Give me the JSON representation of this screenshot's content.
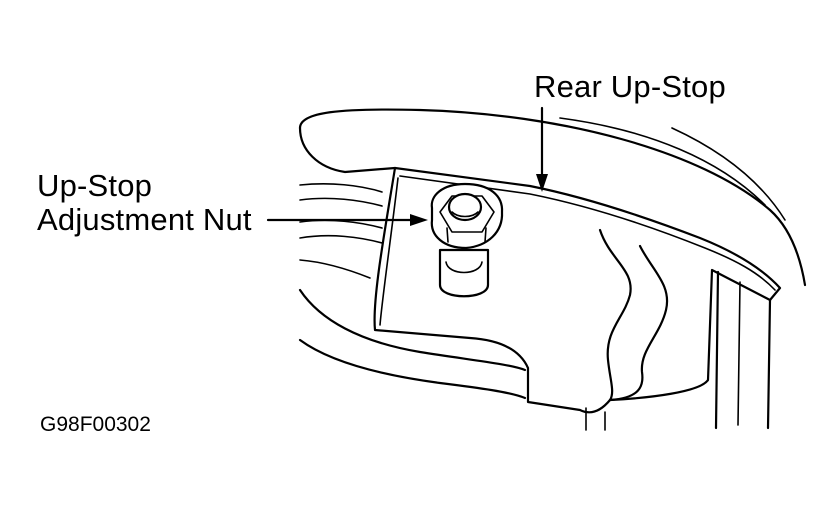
{
  "callouts": {
    "rear_up_stop": "Rear Up-Stop",
    "adjustment_nut_line1": "Up-Stop",
    "adjustment_nut_line2": "Adjustment Nut"
  },
  "figure_id": "G98F00302",
  "colors": {
    "ink": "#000000",
    "paper": "#ffffff"
  }
}
